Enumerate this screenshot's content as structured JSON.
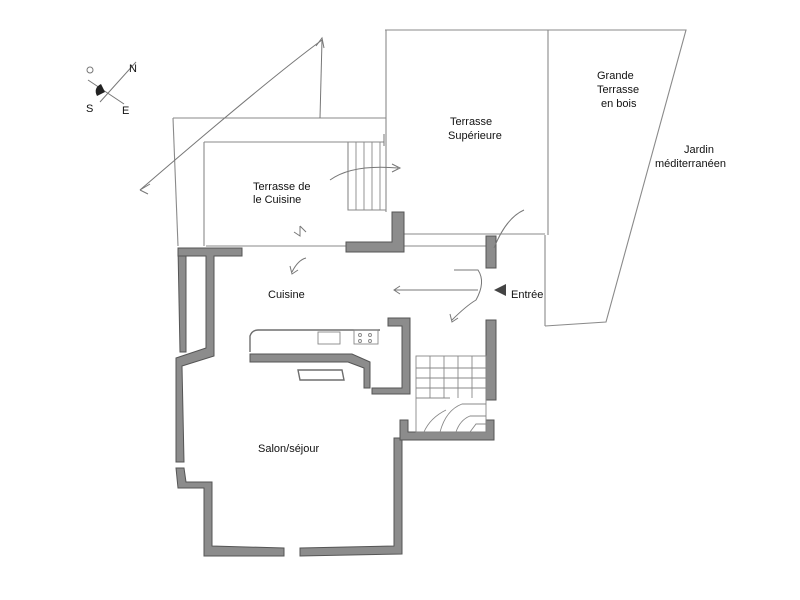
{
  "labels": {
    "grande_terrasse": [
      "Grande",
      "Terrasse",
      "en bois"
    ],
    "terrasse_superieure": [
      "Terrasse",
      "Supérieure"
    ],
    "jardin": [
      "Jardin",
      "méditerranéen"
    ],
    "terrasse_cuisine": [
      "Terrasse de",
      "le Cuisine"
    ],
    "cuisine": "Cuisine",
    "entree": "Entrée",
    "salon": "Salon/séjour",
    "compass_n": "N",
    "compass_s": "S",
    "compass_e": "E"
  },
  "colors": {
    "wall_fill": "#8c8c8c",
    "line": "#8a8a8a",
    "text": "#111111"
  }
}
